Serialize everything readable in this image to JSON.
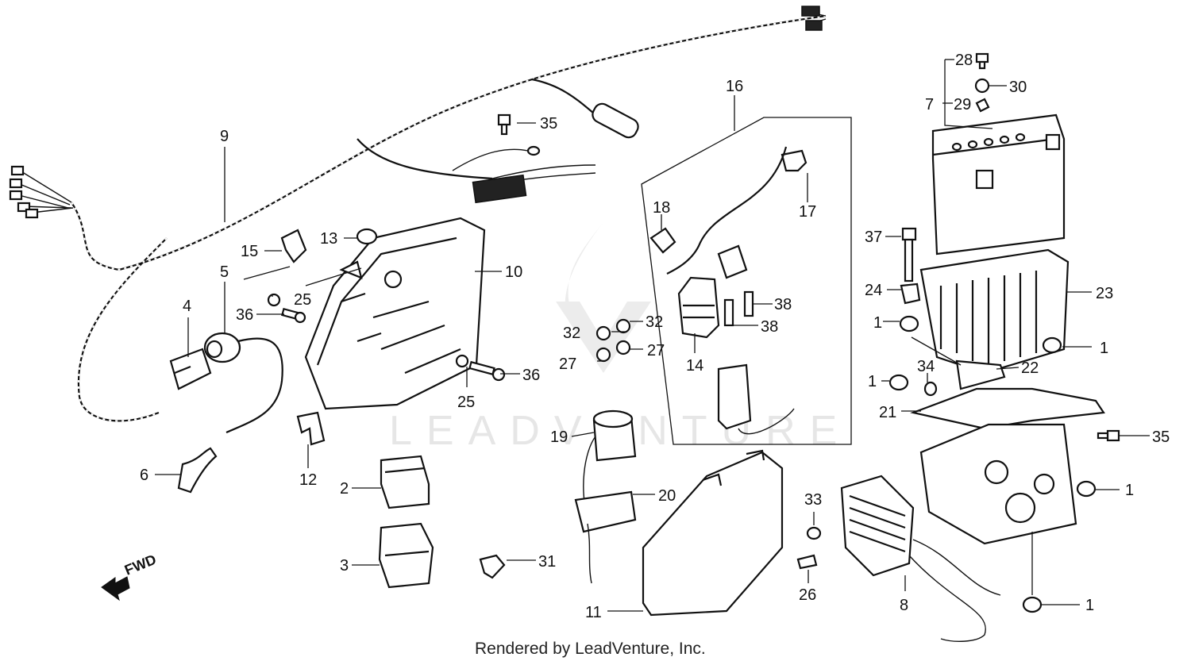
{
  "callouts": [
    "1",
    "2",
    "3",
    "4",
    "5",
    "6",
    "7",
    "8",
    "9",
    "10",
    "11",
    "12",
    "13",
    "14",
    "15",
    "16",
    "17",
    "18",
    "19",
    "20",
    "21",
    "22",
    "23",
    "24",
    "25",
    "26",
    "27",
    "28",
    "29",
    "30",
    "31",
    "32",
    "33",
    "34",
    "35",
    "36",
    "37",
    "38"
  ],
  "direction_label": "FWD",
  "footer": "Rendered by LeadVenture, Inc.",
  "watermark": "LEADVENTURE"
}
